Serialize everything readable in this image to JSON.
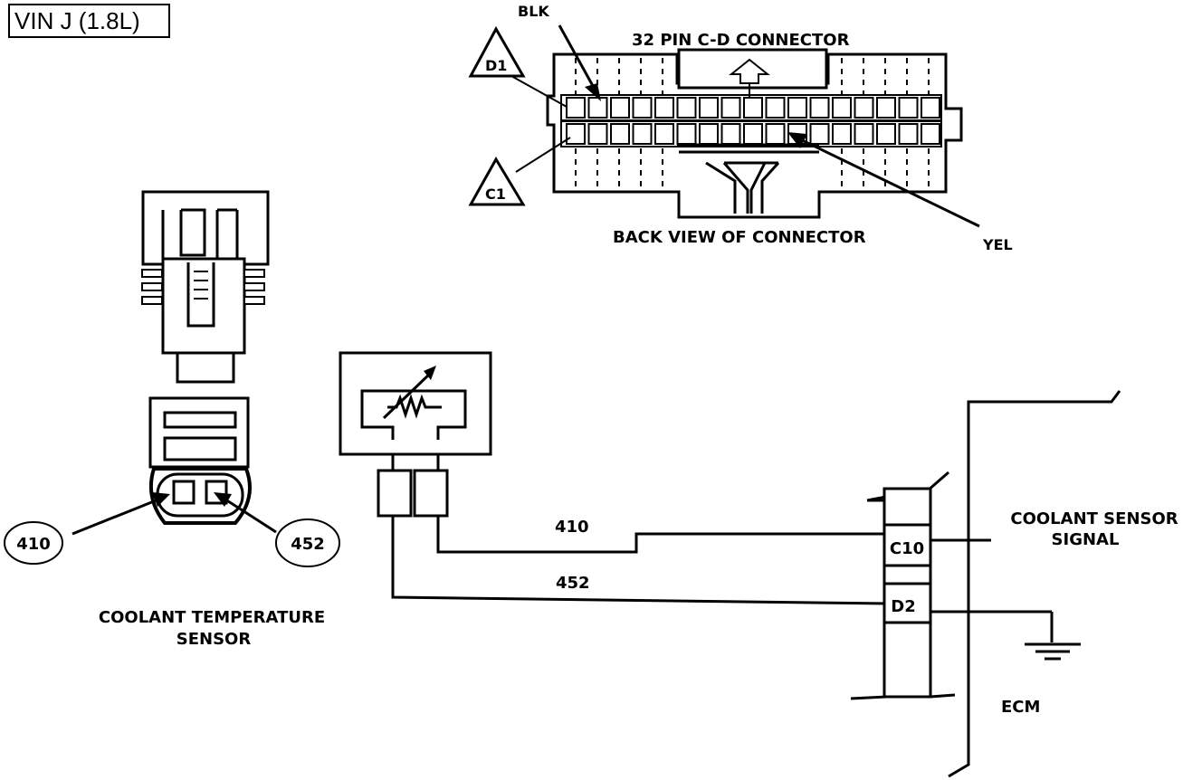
{
  "header": {
    "vin_label": "VIN J (1.8L)"
  },
  "connector": {
    "title": "32 PIN C-D  CONNECTOR",
    "caption": "BACK VIEW OF CONNECTOR",
    "blk_label": "BLK",
    "yel_label": "YEL",
    "pin_d1": "D1",
    "pin_c1": "C1"
  },
  "sensor": {
    "caption_line1": "COOLANT TEMPERATURE",
    "caption_line2": "SENSOR",
    "terminal_a": "410",
    "terminal_b": "452"
  },
  "circuit": {
    "wire_top": "410",
    "wire_bottom": "452",
    "pin_c10": "C10",
    "pin_d2": "D2",
    "signal_line1": "COOLANT SENSOR",
    "signal_line2": "SIGNAL",
    "ecm_label": "ECM"
  }
}
